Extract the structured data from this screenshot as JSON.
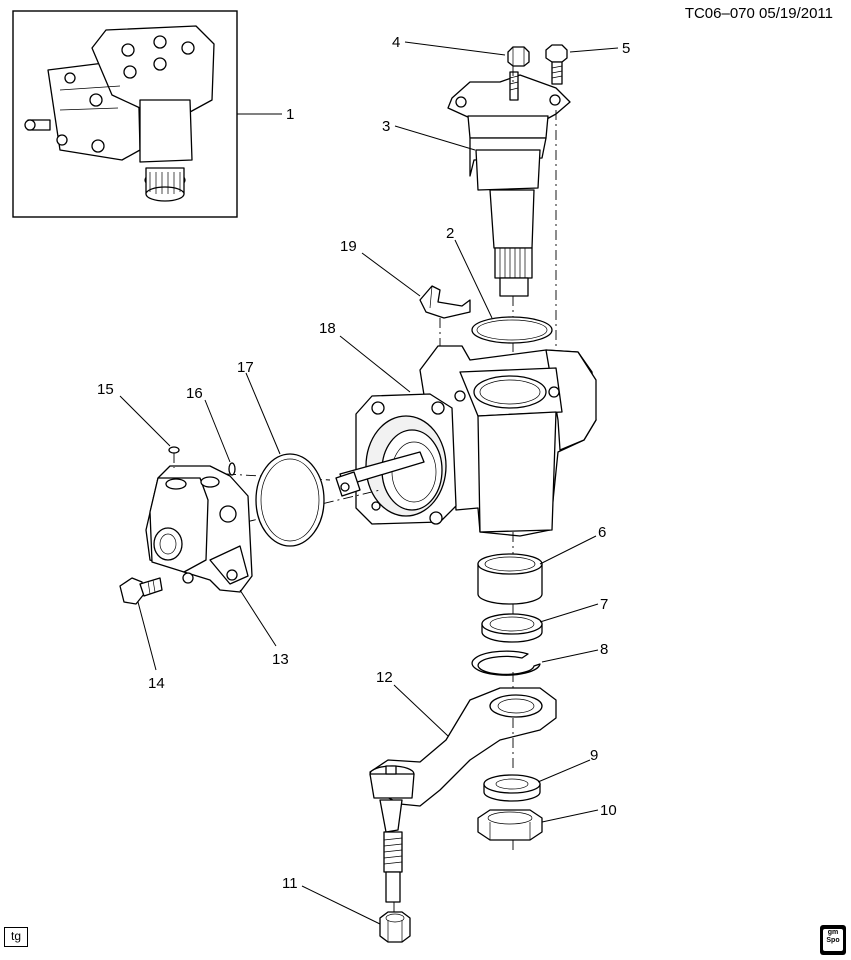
{
  "header": {
    "id_date": "TC06–070  05/19/2011"
  },
  "footer": {
    "tag": "tg",
    "logo_line1": "gm",
    "logo_line2": "Spo"
  },
  "callouts": [
    "1",
    "2",
    "3",
    "4",
    "5",
    "6",
    "7",
    "8",
    "9",
    "10",
    "11",
    "12",
    "13",
    "14",
    "15",
    "16",
    "17",
    "18",
    "19"
  ]
}
